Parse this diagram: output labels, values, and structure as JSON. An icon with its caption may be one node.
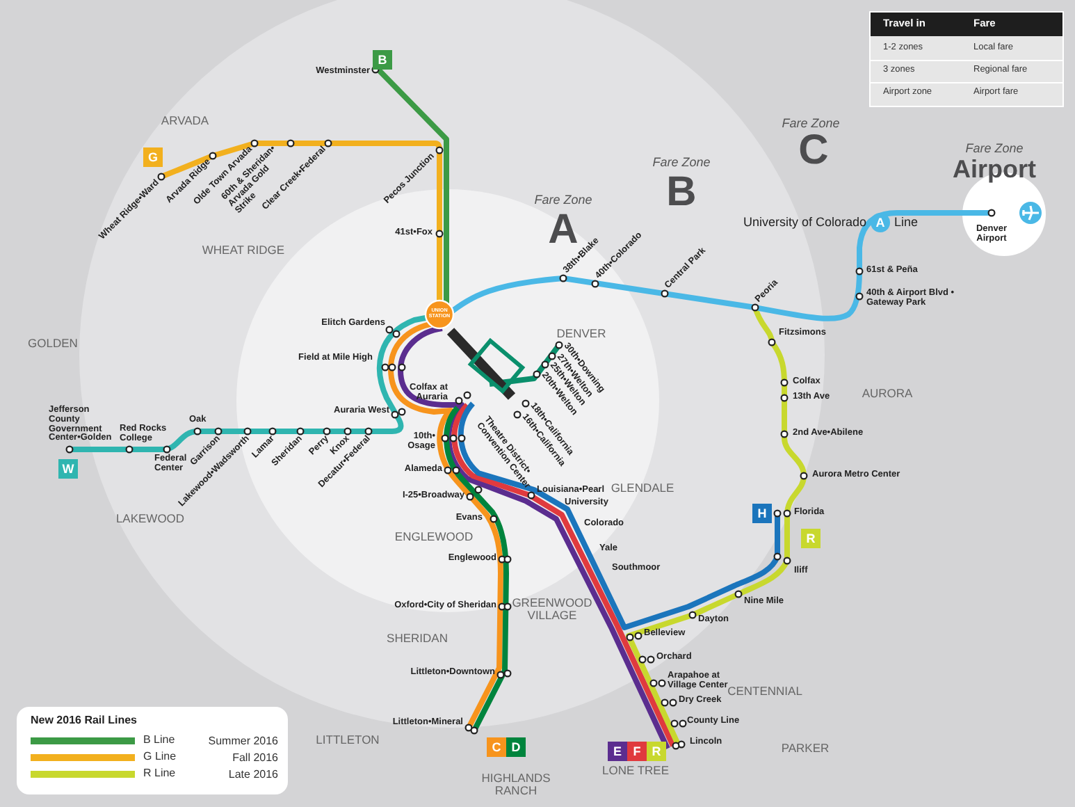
{
  "diagram": {
    "labels": [
      "Travel in",
      "Fare",
      "1-2 zones",
      "Local fare",
      "3 zones",
      "Regional fare",
      "Airport zone",
      "Airport fare",
      "Fare Zone",
      "Airport",
      "Fare Zone",
      "C",
      "Fare Zone",
      "B",
      "Fare Zone",
      "A",
      "B",
      "Westminster",
      "ARVADA",
      "G",
      "Wheat Ridge•Ward",
      "Arvada Ridge",
      "Olde Town Arvada",
      "60th & Sheridan• Arvada Gold Strike",
      "Clear Creek•Federal",
      "Pecos Junction",
      "University of Colorado",
      "A",
      "Line",
      "Denver Airport",
      "WHEAT RIDGE",
      "41st•Fox",
      "38th•Blake",
      "40th•Colorado",
      "Central Park",
      "Peoria",
      "61st & Peña",
      "40th & Airport Blvd • Gateway Park",
      "UNION STATION",
      "Elitch Gardens",
      "DENVER",
      "30th•Downing",
      "27th•Welton",
      "25th•Welton",
      "20th•Welton",
      "Fitzsimons",
      "GOLDEN",
      "Field at Mile High",
      "Colfax",
      "13th Ave",
      "AURORA",
      "Colfax at Auraria",
      "Auraria West",
      "18th•California",
      "16th•California",
      "Theatre District• Convention Center",
      "2nd Ave•Abilene",
      "Jefferson County Government Center•Golden",
      "Red Rocks College",
      "Oak",
      "Federal Center",
      "W",
      "Garrison",
      "Lakewood•Wadsworth",
      "Lamar",
      "Sheridan",
      "Perry",
      "Knox",
      "Decatur•Federal",
      "10th• Osage",
      "Alameda",
      "Aurora Metro Center",
      "I-25•Broadway",
      "Louisiana•Pearl",
      "GLENDALE",
      "University",
      "H",
      "Florida",
      "R",
      "LAKEWOOD",
      "Colorado",
      "Evans",
      "ENGLEWOOD",
      "Yale",
      "Southmoor",
      "Englewood",
      "Iliff",
      "Oxford•City of Sheridan",
      "GREENWOOD VILLAGE",
      "Nine Mile",
      "Dayton",
      "Belleview",
      "SHERIDAN",
      "Orchard",
      "Littleton•Downtown",
      "Arapahoe at Village Center",
      "CENTENNIAL",
      "Dry Creek",
      "New 2016 Rail Lines",
      "Littleton•Mineral",
      "County Line",
      "Summer 2016",
      "LITTLETON",
      "C",
      "D",
      "E",
      "F",
      "R",
      "Lincoln",
      "PARKER",
      "Fall 2016",
      "Late 2016",
      "HIGHLANDS RANCH",
      "LONE TREE"
    ],
    "legend": [
      {
        "text": "B Line",
        "color": "#3c9a45"
      },
      {
        "text": "G Line",
        "color": "#f2b01e"
      },
      {
        "text": "R Line",
        "color": "#c8d82e"
      }
    ]
  }
}
